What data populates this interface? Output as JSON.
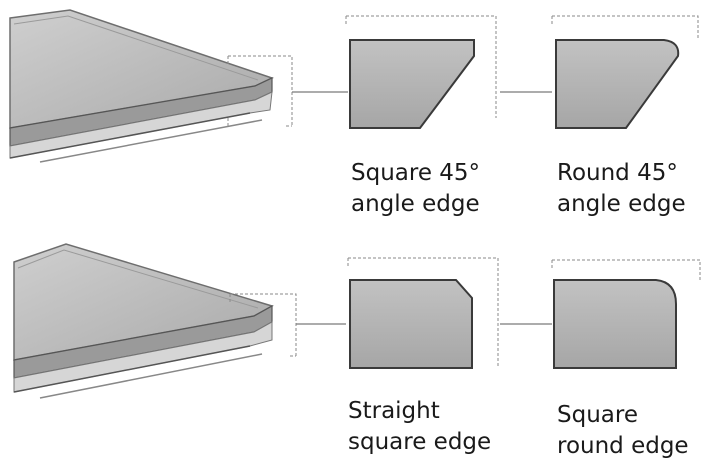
{
  "edge_types": [
    {
      "id": "square-45",
      "line1": "Square 45°",
      "line2": "angle edge"
    },
    {
      "id": "round-45",
      "line1": "Round 45°",
      "line2": "angle edge"
    },
    {
      "id": "straight-square",
      "line1": "Straight",
      "line2": "square edge"
    },
    {
      "id": "square-round",
      "line1": "Square",
      "line2": "round edge"
    }
  ],
  "colors": {
    "profile_fill": "#b8b8b8",
    "profile_stroke": "#3a3a3a",
    "bracket": "#8a8a8a",
    "panel_top": "#c4c4c4",
    "panel_side": "#8c8c8c"
  }
}
